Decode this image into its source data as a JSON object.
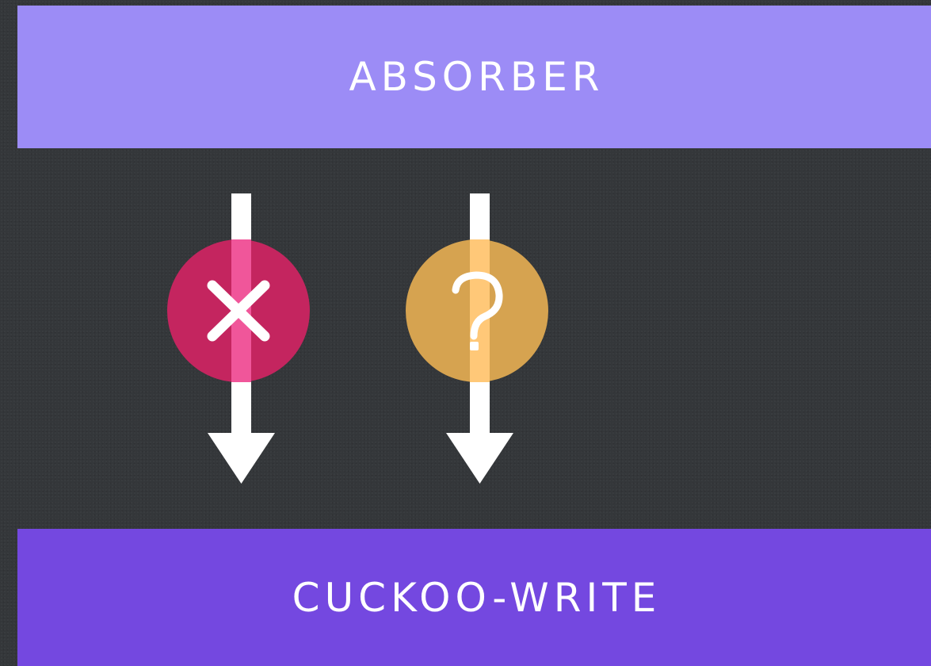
{
  "top_block": {
    "label": "ABSORBER",
    "color": "#9c8cf6"
  },
  "bottom_block": {
    "label": "CUCKOO-WRITE",
    "color": "#7448e0"
  },
  "flows": [
    {
      "name": "blocked-flow",
      "status": "blocked",
      "icon": "close-icon",
      "circle_color": "#c4255f",
      "overlay_color": "#f0569a"
    },
    {
      "name": "uncertain-flow",
      "status": "uncertain",
      "icon": "question-icon",
      "circle_color": "#d6a350",
      "overlay_color": "#ffc878"
    }
  ]
}
